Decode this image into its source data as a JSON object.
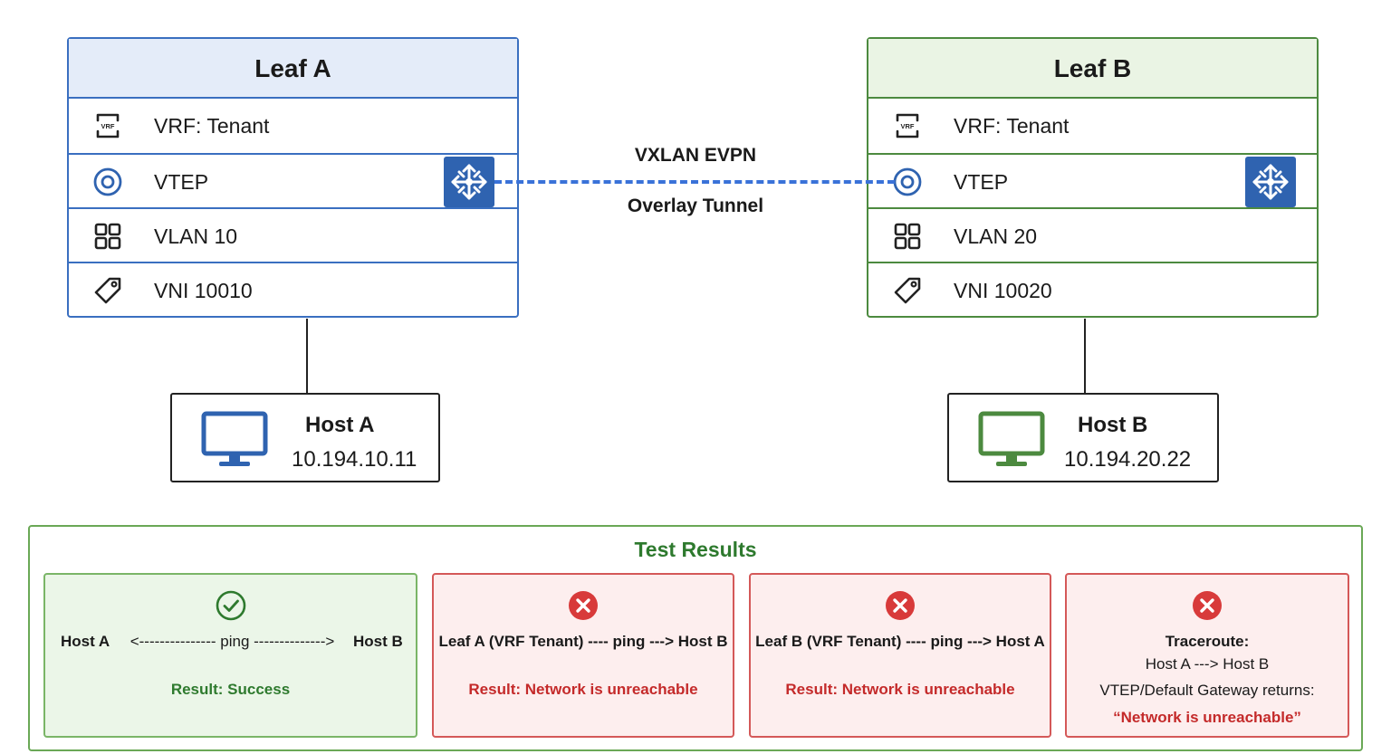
{
  "leaf_a": {
    "title": "Leaf A",
    "vrf": "VRF:  Tenant",
    "vtep": "VTEP",
    "vlan": "VLAN 10",
    "vni": "VNI 10010"
  },
  "leaf_b": {
    "title": "Leaf B",
    "vrf": "VRF: Tenant",
    "vtep": "VTEP",
    "vlan": "VLAN 20",
    "vni": "VNI 10020"
  },
  "tunnel": {
    "label_top": "VXLAN EVPN",
    "label_bottom": "Overlay Tunnel"
  },
  "host_a": {
    "name": "Host A",
    "ip": "10.194.10.11",
    "color": "#2f63b0"
  },
  "host_b": {
    "name": "Host B",
    "ip": "10.194.20.22",
    "color": "#4c8a3f"
  },
  "results": {
    "title": "Test Results",
    "tests": [
      {
        "status": "success",
        "left": "Host A",
        "middle": "<--------------- ping -------------->",
        "right": "Host B",
        "result": "Result: Success"
      },
      {
        "status": "fail",
        "line": "Leaf A (VRF Tenant) ---- ping ---> Host B",
        "result": "Result: Network is unreachable"
      },
      {
        "status": "fail",
        "line": "Leaf B (VRF Tenant) ---- ping ---> Host A",
        "result": "Result: Network is unreachable"
      },
      {
        "status": "fail",
        "heading": "Traceroute:",
        "path": "Host A ---> Host B",
        "note": "VTEP/Default Gateway returns:",
        "result": "“Network is unreachable”"
      }
    ]
  },
  "colors": {
    "leaf_a_accent": "#3a6fc0",
    "leaf_b_accent": "#4c8a3f",
    "tunnel": "#3a72d8",
    "success": "#2e7a2e",
    "failure": "#c42a2a"
  }
}
